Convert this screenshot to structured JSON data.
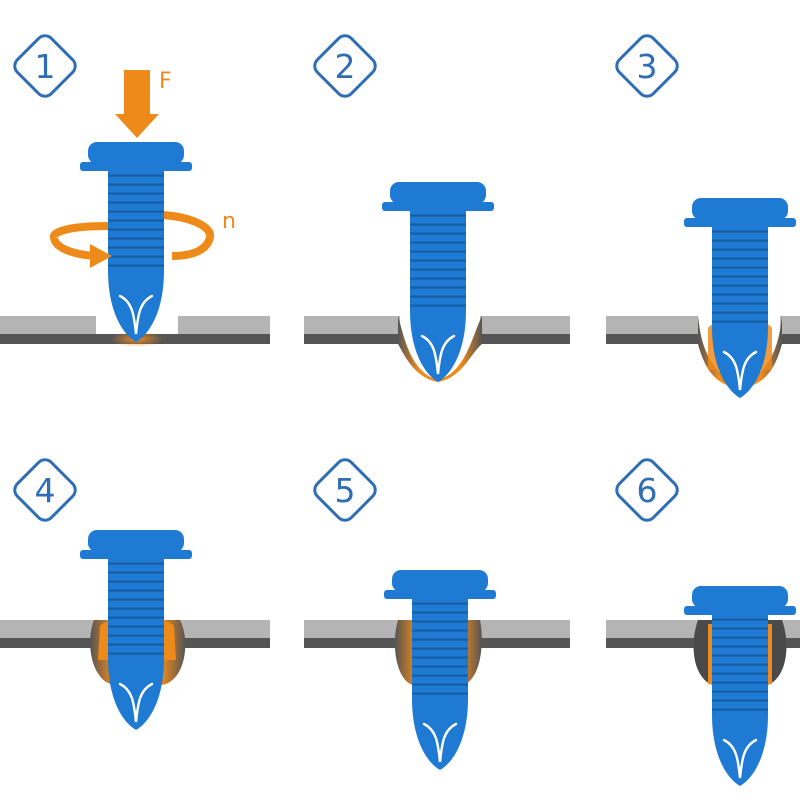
{
  "colors": {
    "screw": "#1f7ad4",
    "screw_shade": "#165da3",
    "accent": "#ee8a1a",
    "badge": "#2f6db5",
    "sheet_top": "#b4b4b4",
    "sheet_bottom": "#555555"
  },
  "labels": {
    "force": "F",
    "rotation": "n"
  },
  "steps": [
    {
      "number": "1"
    },
    {
      "number": "2"
    },
    {
      "number": "3"
    },
    {
      "number": "4"
    },
    {
      "number": "5"
    },
    {
      "number": "6"
    }
  ]
}
